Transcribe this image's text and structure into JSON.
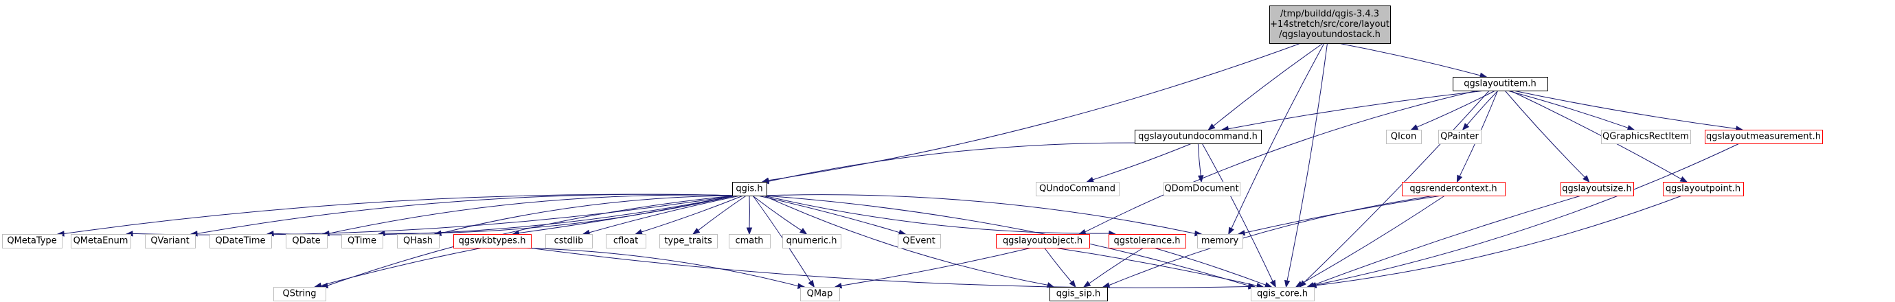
{
  "diagram": {
    "type": "include-dependency-graph",
    "colors": {
      "edge": "#191970",
      "focus_fill": "#bfbfbf",
      "focus_border": "#000000",
      "documented_border": "#000000",
      "truncated_border": "#ff0000",
      "external_border": "#bfbfbf",
      "external_text": "#000000",
      "node_fill": "#ffffff"
    },
    "nodes": [
      {
        "id": "root",
        "kind": "focus",
        "lines": [
          "/tmp/buildd/qgis-3.4.3",
          "+14stretch/src/core/layout",
          "/qgslayoutundostack.h"
        ]
      },
      {
        "id": "item",
        "kind": "documented",
        "lines": [
          "qgslayoutitem.h"
        ]
      },
      {
        "id": "undocmd",
        "kind": "documented",
        "lines": [
          "qgslayoutundocommand.h"
        ]
      },
      {
        "id": "qgis",
        "kind": "documented",
        "lines": [
          "qgis.h"
        ]
      },
      {
        "id": "qicon",
        "kind": "external",
        "lines": [
          "QIcon"
        ]
      },
      {
        "id": "qpainter",
        "kind": "external",
        "lines": [
          "QPainter"
        ]
      },
      {
        "id": "qgrect",
        "kind": "external",
        "lines": [
          "QGraphicsRectItem"
        ]
      },
      {
        "id": "measure",
        "kind": "truncated",
        "lines": [
          "qgslayoutmeasurement.h"
        ]
      },
      {
        "id": "qundo",
        "kind": "external",
        "lines": [
          "QUndoCommand"
        ]
      },
      {
        "id": "qdom",
        "kind": "external",
        "lines": [
          "QDomDocument"
        ]
      },
      {
        "id": "render",
        "kind": "truncated",
        "lines": [
          "qgsrendercontext.h"
        ]
      },
      {
        "id": "size",
        "kind": "truncated",
        "lines": [
          "qgslayoutsize.h"
        ]
      },
      {
        "id": "point",
        "kind": "truncated",
        "lines": [
          "qgslayoutpoint.h"
        ]
      },
      {
        "id": "qmetatype",
        "kind": "external",
        "lines": [
          "QMetaType"
        ]
      },
      {
        "id": "qmetaenum",
        "kind": "external",
        "lines": [
          "QMetaEnum"
        ]
      },
      {
        "id": "qvariant",
        "kind": "external",
        "lines": [
          "QVariant"
        ]
      },
      {
        "id": "qdatetime",
        "kind": "external",
        "lines": [
          "QDateTime"
        ]
      },
      {
        "id": "qdate",
        "kind": "external",
        "lines": [
          "QDate"
        ]
      },
      {
        "id": "qtime",
        "kind": "external",
        "lines": [
          "QTime"
        ]
      },
      {
        "id": "qhash",
        "kind": "external",
        "lines": [
          "QHash"
        ]
      },
      {
        "id": "wkb",
        "kind": "truncated",
        "lines": [
          "qgswkbtypes.h"
        ]
      },
      {
        "id": "cstdlib",
        "kind": "external",
        "lines": [
          "cstdlib"
        ]
      },
      {
        "id": "cfloat",
        "kind": "external",
        "lines": [
          "cfloat"
        ]
      },
      {
        "id": "typetraits",
        "kind": "external",
        "lines": [
          "type_traits"
        ]
      },
      {
        "id": "cmath",
        "kind": "external",
        "lines": [
          "cmath"
        ]
      },
      {
        "id": "qnumeric",
        "kind": "external",
        "lines": [
          "qnumeric.h"
        ]
      },
      {
        "id": "qevent",
        "kind": "external",
        "lines": [
          "QEvent"
        ]
      },
      {
        "id": "object",
        "kind": "truncated",
        "lines": [
          "qgslayoutobject.h"
        ]
      },
      {
        "id": "tolerance",
        "kind": "truncated",
        "lines": [
          "qgstolerance.h"
        ]
      },
      {
        "id": "memory",
        "kind": "external",
        "lines": [
          "memory"
        ]
      },
      {
        "id": "qstring",
        "kind": "external",
        "lines": [
          "QString"
        ]
      },
      {
        "id": "qmap",
        "kind": "external",
        "lines": [
          "QMap"
        ]
      },
      {
        "id": "sip",
        "kind": "documented",
        "lines": [
          "qgis_sip.h"
        ]
      },
      {
        "id": "core",
        "kind": "external",
        "lines": [
          "qgis_core.h"
        ]
      }
    ],
    "edges": [
      [
        "root",
        "item"
      ],
      [
        "root",
        "undocmd"
      ],
      [
        "root",
        "qgis"
      ],
      [
        "root",
        "memory"
      ],
      [
        "root",
        "core"
      ],
      [
        "item",
        "undocmd"
      ],
      [
        "item",
        "qicon"
      ],
      [
        "item",
        "qpainter"
      ],
      [
        "item",
        "qgrect"
      ],
      [
        "item",
        "measure"
      ],
      [
        "item",
        "render"
      ],
      [
        "item",
        "size"
      ],
      [
        "item",
        "point"
      ],
      [
        "item",
        "object"
      ],
      [
        "item",
        "core"
      ],
      [
        "undocmd",
        "qgis"
      ],
      [
        "undocmd",
        "qundo"
      ],
      [
        "undocmd",
        "qdom"
      ],
      [
        "undocmd",
        "core"
      ],
      [
        "qgis",
        "qmetatype"
      ],
      [
        "qgis",
        "qmetaenum"
      ],
      [
        "qgis",
        "qvariant"
      ],
      [
        "qgis",
        "qdatetime"
      ],
      [
        "qgis",
        "qdate"
      ],
      [
        "qgis",
        "qtime"
      ],
      [
        "qgis",
        "qhash"
      ],
      [
        "qgis",
        "wkb"
      ],
      [
        "qgis",
        "cstdlib"
      ],
      [
        "qgis",
        "cfloat"
      ],
      [
        "qgis",
        "typetraits"
      ],
      [
        "qgis",
        "cmath"
      ],
      [
        "qgis",
        "qnumeric"
      ],
      [
        "qgis",
        "qevent"
      ],
      [
        "qgis",
        "tolerance"
      ],
      [
        "qgis",
        "memory"
      ],
      [
        "qgis",
        "qstring"
      ],
      [
        "qgis",
        "qmap"
      ],
      [
        "qgis",
        "sip"
      ],
      [
        "qgis",
        "core"
      ],
      [
        "wkb",
        "qstring"
      ],
      [
        "wkb",
        "qmap"
      ],
      [
        "wkb",
        "core"
      ],
      [
        "measure",
        "core"
      ],
      [
        "size",
        "core"
      ],
      [
        "point",
        "core"
      ],
      [
        "render",
        "memory"
      ],
      [
        "render",
        "core"
      ],
      [
        "render",
        "sip"
      ],
      [
        "object",
        "qmap"
      ],
      [
        "object",
        "sip"
      ],
      [
        "object",
        "core"
      ],
      [
        "tolerance",
        "sip"
      ],
      [
        "tolerance",
        "core"
      ]
    ]
  }
}
